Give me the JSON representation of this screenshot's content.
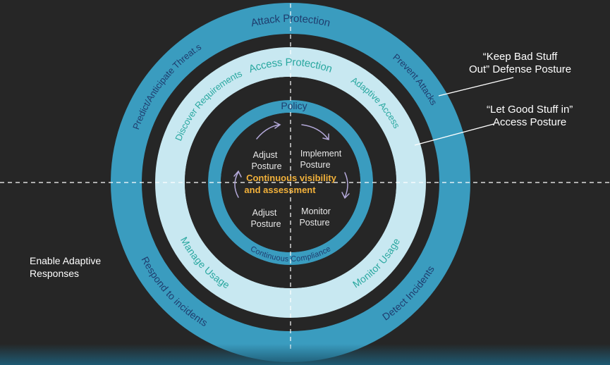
{
  "colors": {
    "background": "#262626",
    "outer_ring": "#3a9cbf",
    "middle_ring": "#c8e8f1",
    "inner_ring": "#3a9cbf",
    "center_fill": "#262626",
    "outer_text": "#1f3d6e",
    "middle_text": "#2aa8a0",
    "inner_text": "#1f3d6e",
    "center_label": "#f2b13a",
    "step_text": "#e8e8e8",
    "arrow": "#b3a8d8",
    "note_text": "#ffffff"
  },
  "outer_ring": {
    "top": "Attack Protection",
    "upper_left": "Predict/Anticipate Threat.s",
    "upper_right": "Prevent Attacks",
    "lower_left": "Respond to incidents",
    "lower_right": "Detect Incidents"
  },
  "middle_ring": {
    "top": "Access Protection",
    "upper_left": "Discover Requirements",
    "upper_right": "Adaptive Access",
    "lower_left": "Manage Usage",
    "lower_right": "Monitor Usage"
  },
  "inner_ring": {
    "top": "Policy",
    "bottom": "Continuous Compliance"
  },
  "center": {
    "label_line1": "Continuous visibility",
    "label_line2": "and assessment",
    "quadrants": [
      {
        "line1": "Adjust",
        "line2": "Posture"
      },
      {
        "line1": "Implement",
        "line2": "Posture"
      },
      {
        "line1": "Adjust",
        "line2": "Posture"
      },
      {
        "line1": "Monitor",
        "line2": "Posture"
      }
    ]
  },
  "callouts": {
    "defense": {
      "line1": "“Keep Bad Stuff",
      "line2": "Out”  Defense Posture"
    },
    "access": {
      "line1": "“Let Good Stuff in”",
      "line2": "Access Posture"
    },
    "adaptive": {
      "line1": "Enable Adaptive",
      "line2": "Responses"
    }
  }
}
